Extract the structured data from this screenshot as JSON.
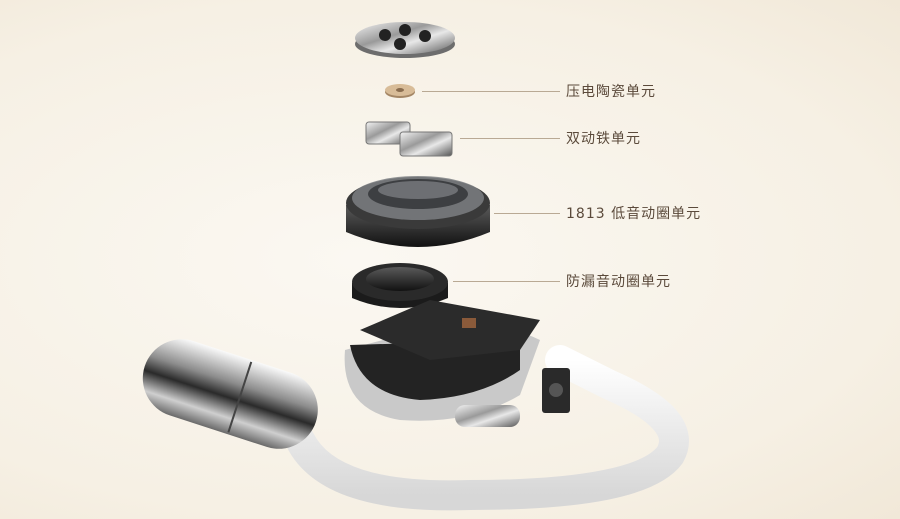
{
  "components": [
    {
      "id": "piezo",
      "label": "压电陶瓷单元"
    },
    {
      "id": "armature",
      "label": "双动铁单元"
    },
    {
      "id": "low-driver",
      "label": "1813 低音动圈单元"
    },
    {
      "id": "leak-driver",
      "label": "防漏音动圈单元"
    }
  ],
  "colors": {
    "background": "#f8f4ec",
    "label": "#5b4a3b",
    "leader": "#b9a994"
  }
}
